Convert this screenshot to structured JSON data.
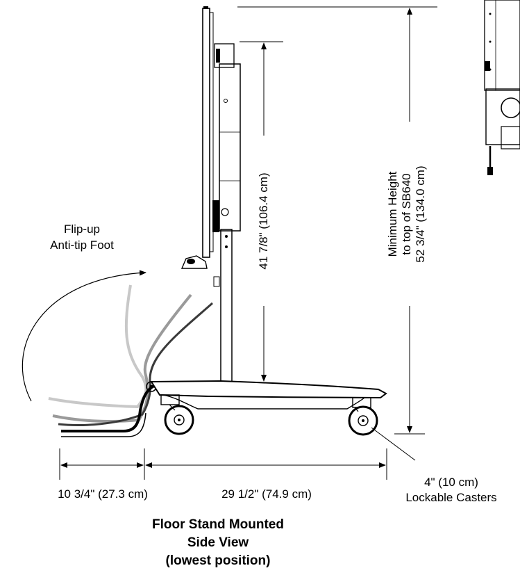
{
  "annotations": {
    "flip_up_line1": "Flip-up",
    "flip_up_line2": "Anti-tip Foot",
    "height_inner": "41 7/8\" (106.4 cm)",
    "min_height_line1": "Minimum Height",
    "min_height_line2": "to top of SB640",
    "min_height_line3": "52 3/4\" (134.0 cm)",
    "width_foot": "10 3/4\" (27.3 cm)",
    "width_base": "29 1/2\" (74.9 cm)",
    "caster_line1": "4\" (10 cm)",
    "caster_line2": "Lockable Casters"
  },
  "caption": {
    "line1": "Floor Stand Mounted",
    "line2": "Side View",
    "line3": "(lowest position)"
  },
  "colors": {
    "ink": "#000000",
    "ghost_light": "#c8c8c8",
    "ghost_mid": "#9a9a9a"
  }
}
